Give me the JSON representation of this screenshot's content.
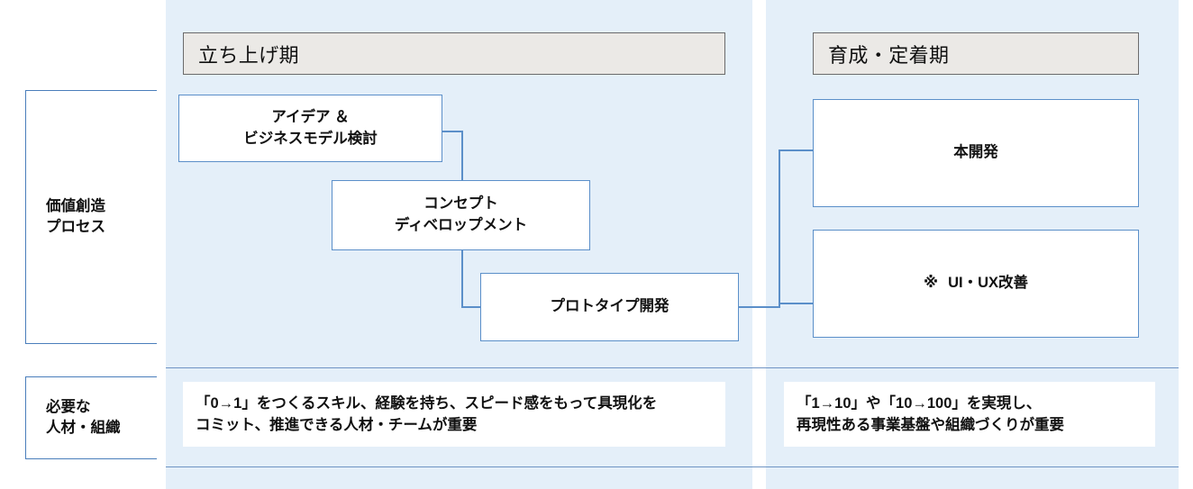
{
  "colors": {
    "band_background": "#e4eff9",
    "box_border": "#5b8fc9",
    "header_fill": "#ebe9e6",
    "header_border": "#6b6b6b",
    "divider": "#6f94c4",
    "text": "#111111"
  },
  "row_labels": [
    {
      "name": "value-creation-process",
      "line1": "価値創造",
      "line2": "プロセス"
    },
    {
      "name": "required-talent-org",
      "line1": "必要な",
      "line2": "人材・組織"
    }
  ],
  "phases": [
    {
      "name": "startup",
      "header": "立ち上げ期"
    },
    {
      "name": "growth",
      "header": "育成・定着期"
    }
  ],
  "process_steps": {
    "idea": {
      "line1": "アイデア ＆",
      "line2": "ビジネスモデル検討"
    },
    "concept": {
      "line1": "コンセプト",
      "line2": "ディベロップメント"
    },
    "prototype": {
      "line1": "プロトタイプ開発"
    },
    "dev": {
      "line1": "本開発"
    },
    "uiux": {
      "marker": "※",
      "line1": "UI・UX改善"
    }
  },
  "descriptions": {
    "startup": {
      "line1": "「0→1」をつくるスキル、経験を持ち、スピード感をもって具現化を",
      "line2": "コミット、推進できる人材・チームが重要"
    },
    "growth": {
      "line1": "「1→10」や「10→100」を実現し、",
      "line2": "再現性ある事業基盤や組織づくりが重要"
    }
  }
}
